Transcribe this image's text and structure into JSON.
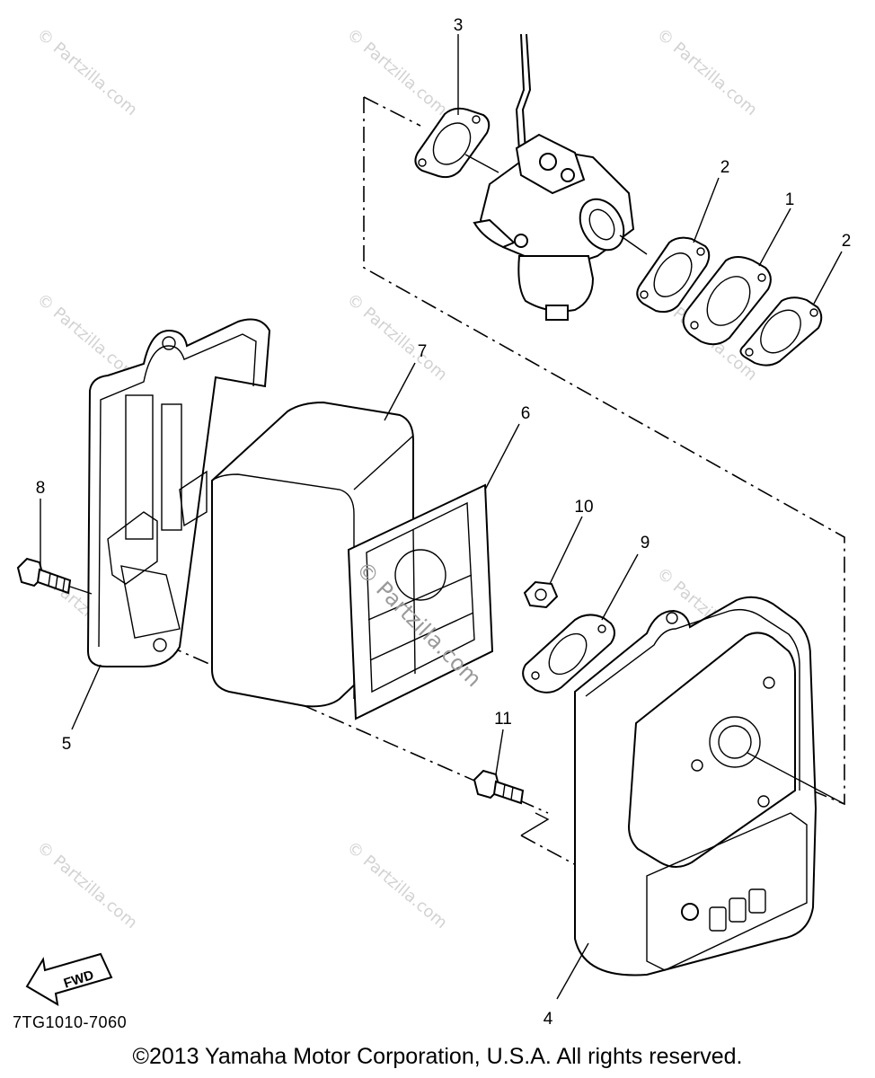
{
  "diagram": {
    "callouts": {
      "n1": "1",
      "n2a": "2",
      "n2b": "2",
      "n3": "3",
      "n4": "4",
      "n5": "5",
      "n6": "6",
      "n7": "7",
      "n8": "8",
      "n9": "9",
      "n10": "10",
      "n11": "11"
    },
    "fwd_label": "FWD",
    "watermark": "© Partzilla.com",
    "diagram_code": "7TG1010-7060"
  },
  "footer": {
    "copyright": "©2013 Yamaha Motor Corporation, U.S.A. All rights reserved."
  }
}
